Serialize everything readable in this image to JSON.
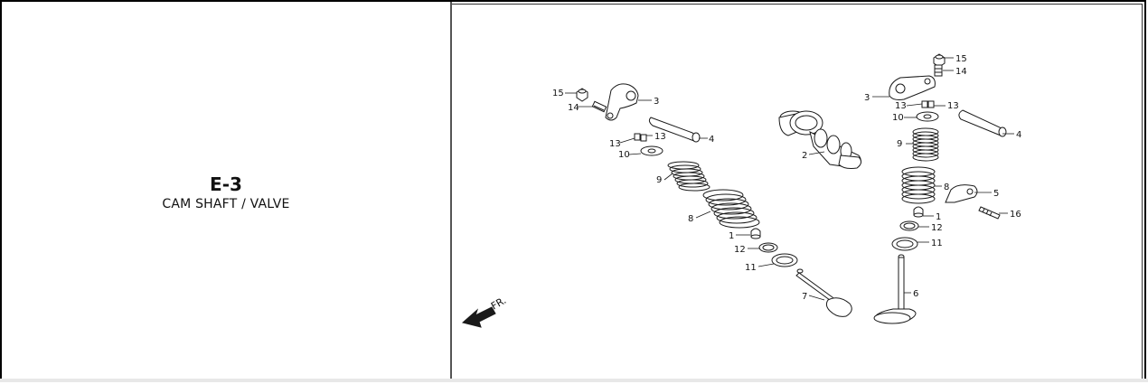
{
  "section": {
    "code": "E-3",
    "title": "CAM SHAFT / VALVE"
  },
  "diagram": {
    "direction_label": "FR.",
    "callouts": [
      "15",
      "14",
      "3",
      "4",
      "13",
      "13",
      "10",
      "9",
      "8",
      "1",
      "12",
      "11",
      "7",
      "2",
      "15",
      "14",
      "3",
      "13",
      "13",
      "10",
      "4",
      "9",
      "8",
      "5",
      "1",
      "16",
      "12",
      "11",
      "6"
    ]
  },
  "colors": {
    "line": "#1a1a1a",
    "border": "#000000"
  }
}
